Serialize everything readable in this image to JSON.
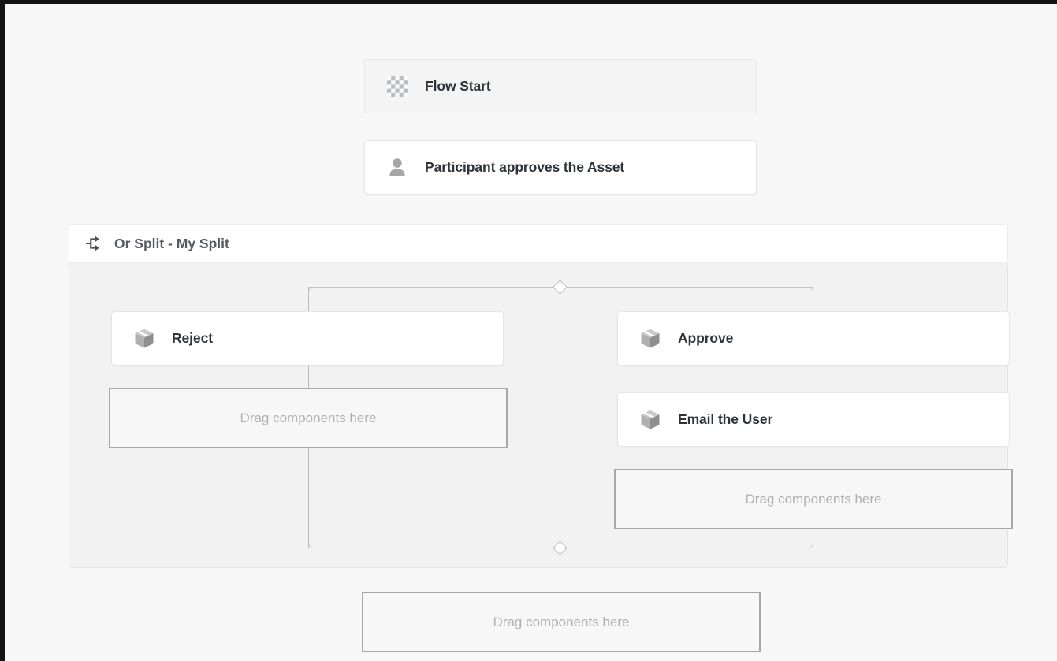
{
  "canvas": {
    "background_color": "#f7f7f7",
    "border_color": "#131313"
  },
  "flow": {
    "start_node": {
      "label": "Flow Start",
      "icon": "checkered-flag-icon"
    },
    "participant_node": {
      "label": "Participant approves the Asset",
      "icon": "user-icon"
    },
    "split": {
      "label": "Or Split - My Split",
      "icon": "branch-split-icon",
      "branches": [
        {
          "name": "left-branch",
          "nodes": [
            {
              "label": "Reject",
              "icon": "package-icon"
            }
          ],
          "dropzone": {
            "placeholder": "Drag components here"
          }
        },
        {
          "name": "right-branch",
          "nodes": [
            {
              "label": "Approve",
              "icon": "package-icon"
            },
            {
              "label": "Email the User",
              "icon": "package-icon"
            }
          ],
          "dropzone": {
            "placeholder": "Drag components here"
          }
        }
      ]
    },
    "bottom_dropzone": {
      "placeholder": "Drag components here"
    }
  },
  "colors": {
    "node_text": "#2e3338",
    "placeholder_text": "#b0b0b0",
    "connector": "#bfbfbf",
    "split_body": "#f2f2f2"
  }
}
